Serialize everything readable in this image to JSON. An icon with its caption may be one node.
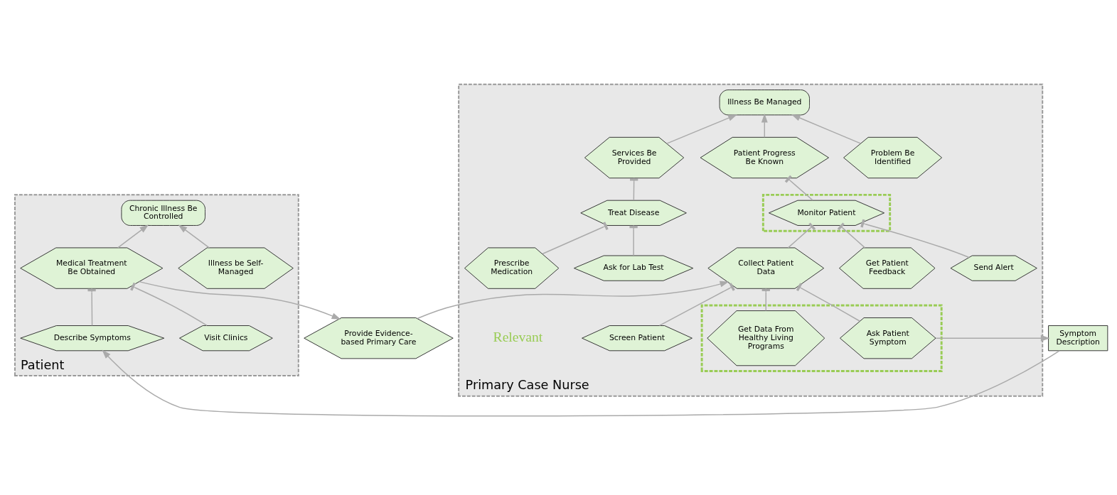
{
  "diagram": {
    "nodes": [
      {
        "text": [
          "Patient"
        ]
      },
      {
        "text": [
          "Chronic Illness Be Controlled"
        ],
        "in": 0
      },
      {
        "text": [
          "Illness be Self-Managed"
        ],
        "in": 0
      },
      {
        "text": [
          "Medical Treatment Be Obtained"
        ],
        "in": 0
      },
      {
        "text": [
          "Visit Clinics"
        ],
        "in": 0
      },
      {
        "text": [
          "Describe Symptoms"
        ],
        "in": 0
      },
      {
        "text": [
          "Provide Evidence-based Primary Care"
        ]
      },
      {
        "text": [
          "Symptom Description"
        ]
      },
      {
        "text": [
          "Primary Case Nurse"
        ]
      },
      {
        "text": [
          "Illness Be Managed"
        ],
        "in": 8
      },
      {
        "text": [
          "Patient Progress Be Known"
        ],
        "in": 8
      },
      {
        "text": [
          "Problem Be Identified"
        ],
        "in": 8
      },
      {
        "text": [
          "Services Be Provided"
        ],
        "in": 8
      },
      {
        "text": [],
        "shape": "box",
        "in": 8
      },
      {
        "text": [
          "Monitor Patient"
        ],
        "in": 13
      },
      {
        "text": [
          "Treat Disease"
        ],
        "in": 8
      },
      {
        "text": [
          "Collect Patient Data"
        ],
        "in": 8
      },
      {
        "text": [
          "Send Alert"
        ],
        "in": 8
      },
      {
        "text": [
          "Get Patient Feedback"
        ],
        "in": 8
      },
      {
        "text": [
          "Ask for Lab Test"
        ],
        "in": 8
      },
      {
        "text": [
          "Prescribe Medication"
        ],
        "in": 8
      },
      {
        "text": [
          "Screen Patient"
        ],
        "in": 8
      },
      {
        "text": [],
        "shape": "box",
        "in": 8
      },
      {
        "text": [
          "Ask Patient Symptom"
        ],
        "in": 22
      },
      {
        "text": [
          "Get Data From Healthy Living Programs"
        ],
        "in": 22
      }
    ],
    "edges": [
      {
        "from": 2,
        "to": 1,
        "arrow": "to"
      },
      {
        "from": 3,
        "to": 1,
        "arrow": "to"
      },
      {
        "from": 4,
        "to": 3,
        "arrow": "other"
      },
      {
        "from": 5,
        "to": 3,
        "arrow": "other"
      },
      {
        "from": 3,
        "to": 6,
        "arrow": "to"
      },
      {
        "from": 6,
        "to": 16,
        "arrow": "to"
      },
      {
        "from": 23,
        "to": 7,
        "arrow": "to"
      },
      {
        "from": 7,
        "to": 5,
        "arrow": "to"
      },
      {
        "from": 10,
        "to": 9,
        "arrow": "to"
      },
      {
        "from": 11,
        "to": 9,
        "arrow": "to"
      },
      {
        "from": 12,
        "to": 9,
        "arrow": "to"
      },
      {
        "from": 14,
        "to": 10,
        "arrow": "other"
      },
      {
        "from": 15,
        "to": 12,
        "arrow": "other"
      },
      {
        "from": 16,
        "to": 14,
        "arrow": "other"
      },
      {
        "from": 17,
        "to": 14,
        "arrow": "other"
      },
      {
        "from": 18,
        "to": 14,
        "arrow": "other"
      },
      {
        "from": 19,
        "to": 15,
        "arrow": "other"
      },
      {
        "from": 20,
        "to": 15,
        "arrow": "other"
      },
      {
        "from": 23,
        "to": 16,
        "arrow": "other"
      },
      {
        "from": 24,
        "to": 16,
        "arrow": "other"
      },
      {
        "from": 21,
        "to": 16,
        "arrow": "other"
      }
    ],
    "labels": [
      "Relevant"
    ]
  }
}
